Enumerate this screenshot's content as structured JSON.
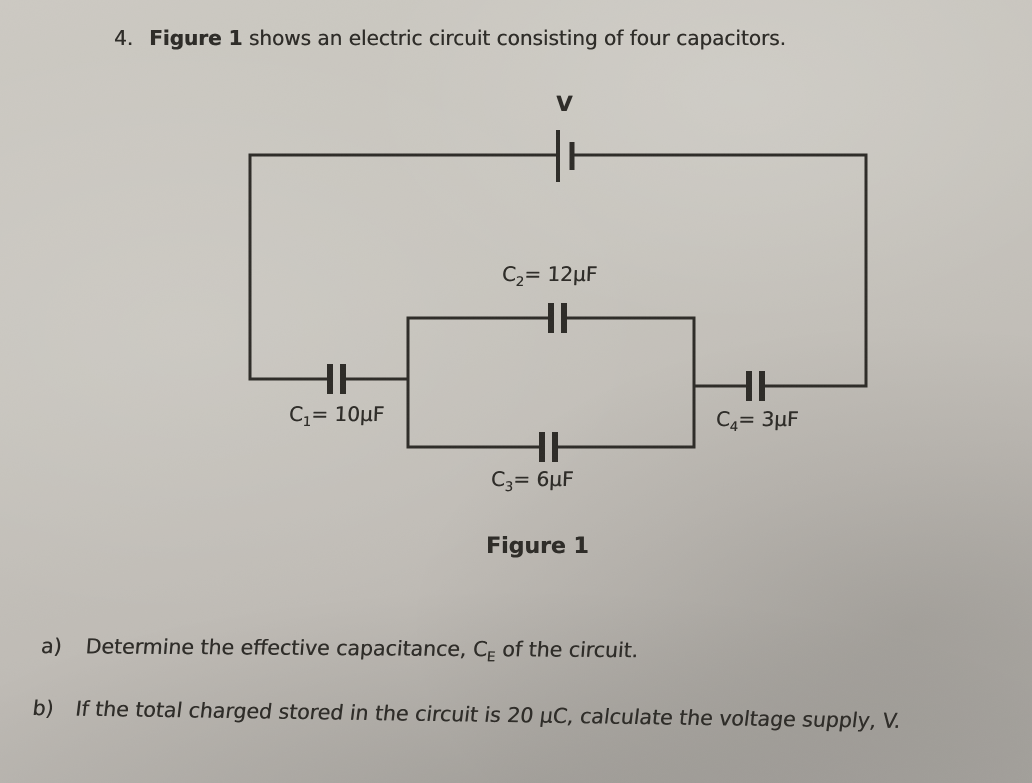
{
  "colors": {
    "ink": "#2d2b27",
    "paper": "#c6c3bc"
  },
  "heading": {
    "number": "4.",
    "bold": "Figure 1",
    "rest": " shows an electric circuit consisting of four capacitors."
  },
  "circuit": {
    "supply_label": "V",
    "caption": "Figure 1",
    "capacitors": [
      {
        "name": "C",
        "sub": "1",
        "value": "= 10μF"
      },
      {
        "name": "C",
        "sub": "2",
        "value": "= 12μF"
      },
      {
        "name": "C",
        "sub": "3",
        "value": "= 6μF"
      },
      {
        "name": "C",
        "sub": "4",
        "value": "= 3μF"
      }
    ]
  },
  "questions": {
    "a": {
      "marker": "a)",
      "before": "Determine the effective capacitance, C",
      "sub": "E",
      "after": " of the circuit."
    },
    "b": {
      "marker": "b)",
      "text": "If the total charged stored in the circuit is 20 μC, calculate the voltage supply, V."
    }
  }
}
